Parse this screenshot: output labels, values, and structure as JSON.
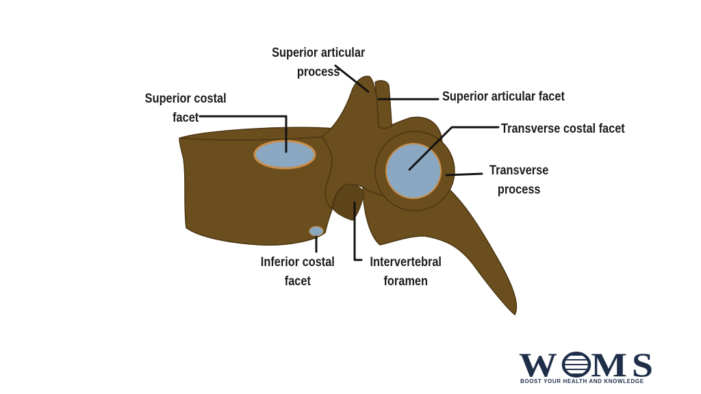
{
  "diagram": {
    "labels": {
      "superior_articular_process": [
        "Superior articular",
        "process"
      ],
      "superior_articular_facet": "Superior articular facet",
      "superior_costal_facet": [
        "Superior costal",
        "facet"
      ],
      "transverse_costal_facet": "Transverse costal facet",
      "transverse_process": [
        "Transverse",
        "process"
      ],
      "inferior_costal_facet": [
        "Inferior costal",
        "facet"
      ],
      "intervertebral_foramen": [
        "Intervertebral",
        "foramen"
      ]
    },
    "colors": {
      "bone": "#6b4e1e",
      "bone_outline": "#4a3512",
      "facet": "#8aa8c2",
      "facet_rim": "#c98e4a",
      "leader": "#111111"
    }
  },
  "logo": {
    "name": "WOMS",
    "tagline": "BOOST YOUR HEALTH AND KNOWLEDGE",
    "color": "#1f2f4a",
    "icon": "globe-icon"
  }
}
